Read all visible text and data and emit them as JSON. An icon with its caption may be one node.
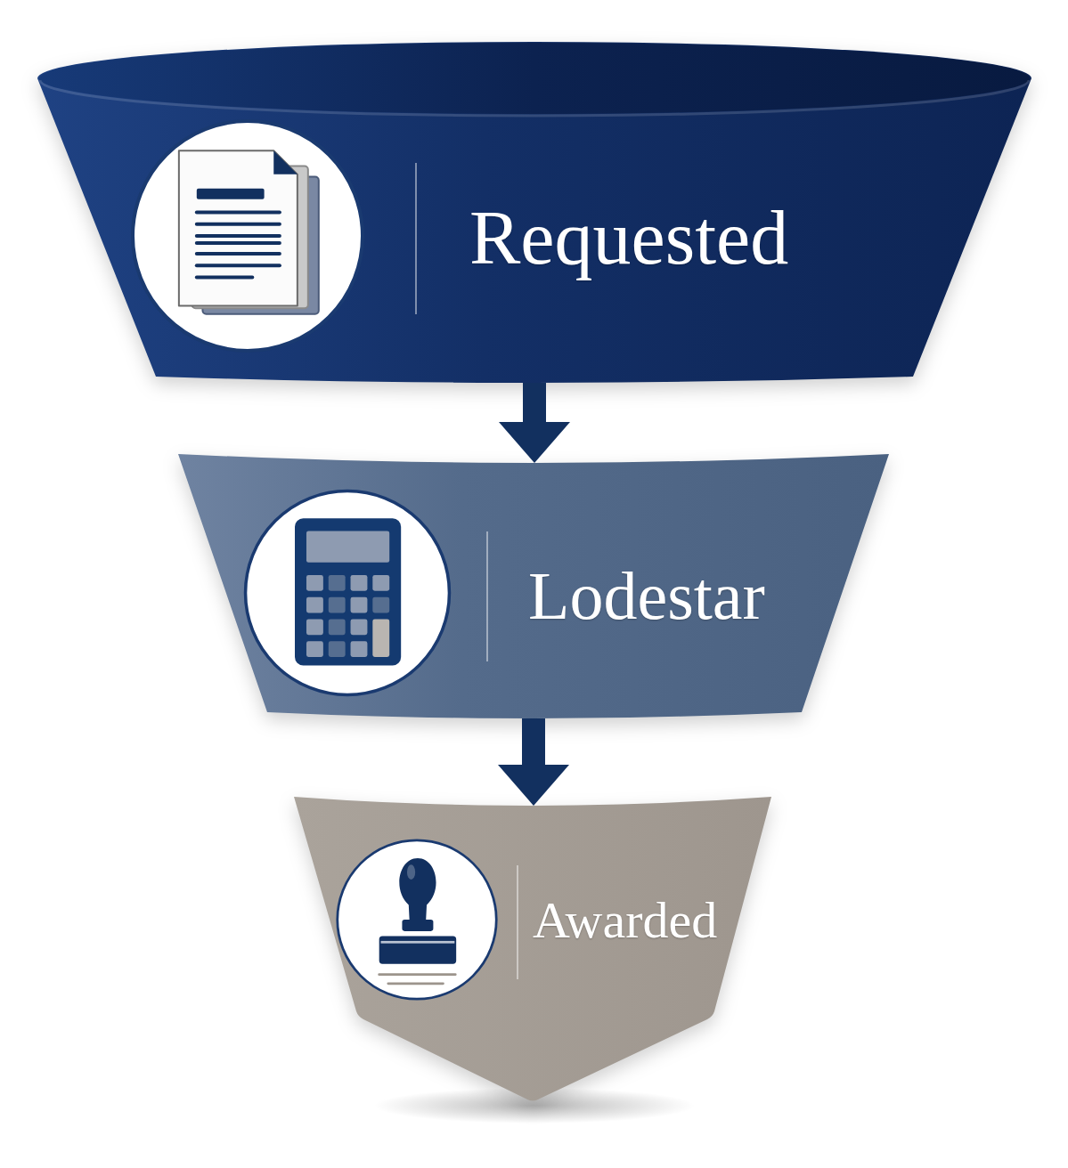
{
  "diagram": {
    "nodes": [
      {
        "text": [
          "Requested"
        ]
      },
      {
        "text": [
          "Lodestar"
        ]
      },
      {
        "text": [
          "Awarded"
        ]
      }
    ],
    "edges": [
      {
        "from": 0,
        "to": 1,
        "arrow": "to"
      },
      {
        "from": 1,
        "to": 2,
        "arrow": "to"
      }
    ]
  }
}
